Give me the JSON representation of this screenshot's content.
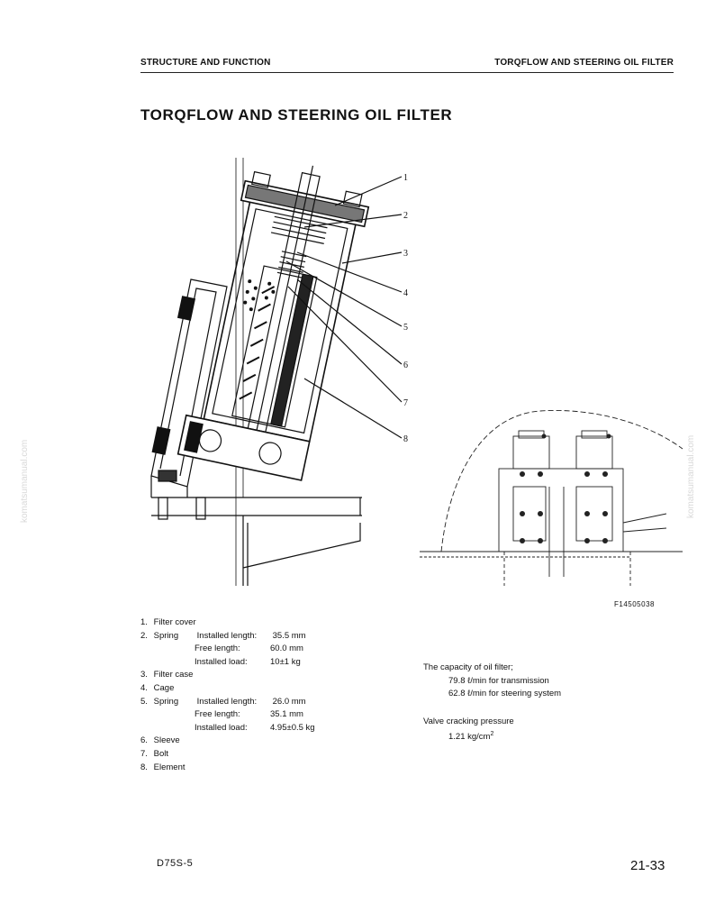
{
  "header": {
    "left": "STRUCTURE AND FUNCTION",
    "right": "TORQFLOW AND STEERING OIL FILTER"
  },
  "title": "TORQFLOW AND STEERING OIL FILTER",
  "figure": {
    "id": "F14505038",
    "callouts": [
      "1",
      "2",
      "3",
      "4",
      "5",
      "6",
      "7",
      "8"
    ]
  },
  "parts": {
    "p1": {
      "num": "1.",
      "name": "Filter cover"
    },
    "p2": {
      "num": "2.",
      "name": "Spring",
      "l1": "Installed length:",
      "v1": "35.5 mm",
      "l2": "Free length:",
      "v2": "60.0 mm",
      "l3": "Installed load:",
      "v3": "10±1 kg"
    },
    "p3": {
      "num": "3.",
      "name": "Filter case"
    },
    "p4": {
      "num": "4.",
      "name": "Cage"
    },
    "p5": {
      "num": "5.",
      "name": "Spring",
      "l1": "Installed length:",
      "v1": "26.0 mm",
      "l2": "Free length:",
      "v2": "35.1 mm",
      "l3": "Installed load:",
      "v3": "4.95±0.5 kg"
    },
    "p6": {
      "num": "6.",
      "name": "Sleeve"
    },
    "p7": {
      "num": "7.",
      "name": "Bolt"
    },
    "p8": {
      "num": "8.",
      "name": "Element"
    }
  },
  "capacity": {
    "heading": "The capacity of oil filter;",
    "line1": "79.8 ℓ/min for transmission",
    "line2": "62.8 ℓ/min for steering system"
  },
  "valve": {
    "heading": "Valve cracking pressure",
    "value": "1.21 kg/cm",
    "exp": "2"
  },
  "footer": {
    "model": "D75S-5",
    "page": "21-33"
  },
  "watermark": "komatsumanual.com"
}
